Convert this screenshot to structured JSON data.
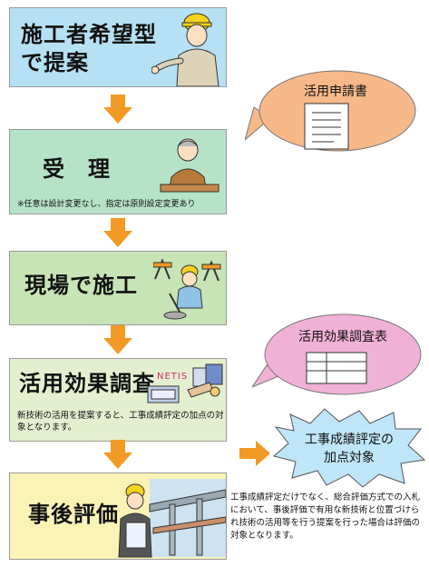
{
  "steps": [
    {
      "title": "施工者希望型\nで提案",
      "note": "",
      "color": "#b6e1f4"
    },
    {
      "title": "受　理",
      "note": "※任意は設計変更なし、指定は原則設定変更あり",
      "color": "#b6e3c7"
    },
    {
      "title": "現場で施工",
      "note": "",
      "color": "#c6e4b5"
    },
    {
      "title": "活用効果調査",
      "note": "新技術の活用を提案すると、工事成績評定の加点の対象となります。",
      "color": "#e4efcf",
      "badge": "NETIS"
    },
    {
      "title": "事後評価",
      "note": "",
      "color": "#fbf3b6"
    }
  ],
  "bubbles": {
    "application": "活用申請書",
    "survey": "活用効果調査表",
    "bonus": "工事成績評定の\n加点対象"
  },
  "description": "工事成績評定だけでなく、総合評価方式での入札において、事後評価で有用な新技術と位置づけられ技術の活用等を行う提案を行った場合は評価の対象となります。",
  "colors": {
    "arrow": "#f39a24",
    "bubble_orange": "#f7b98a",
    "bubble_pink": "#f0b1d6",
    "bubble_blue": "#bfe5f8"
  }
}
